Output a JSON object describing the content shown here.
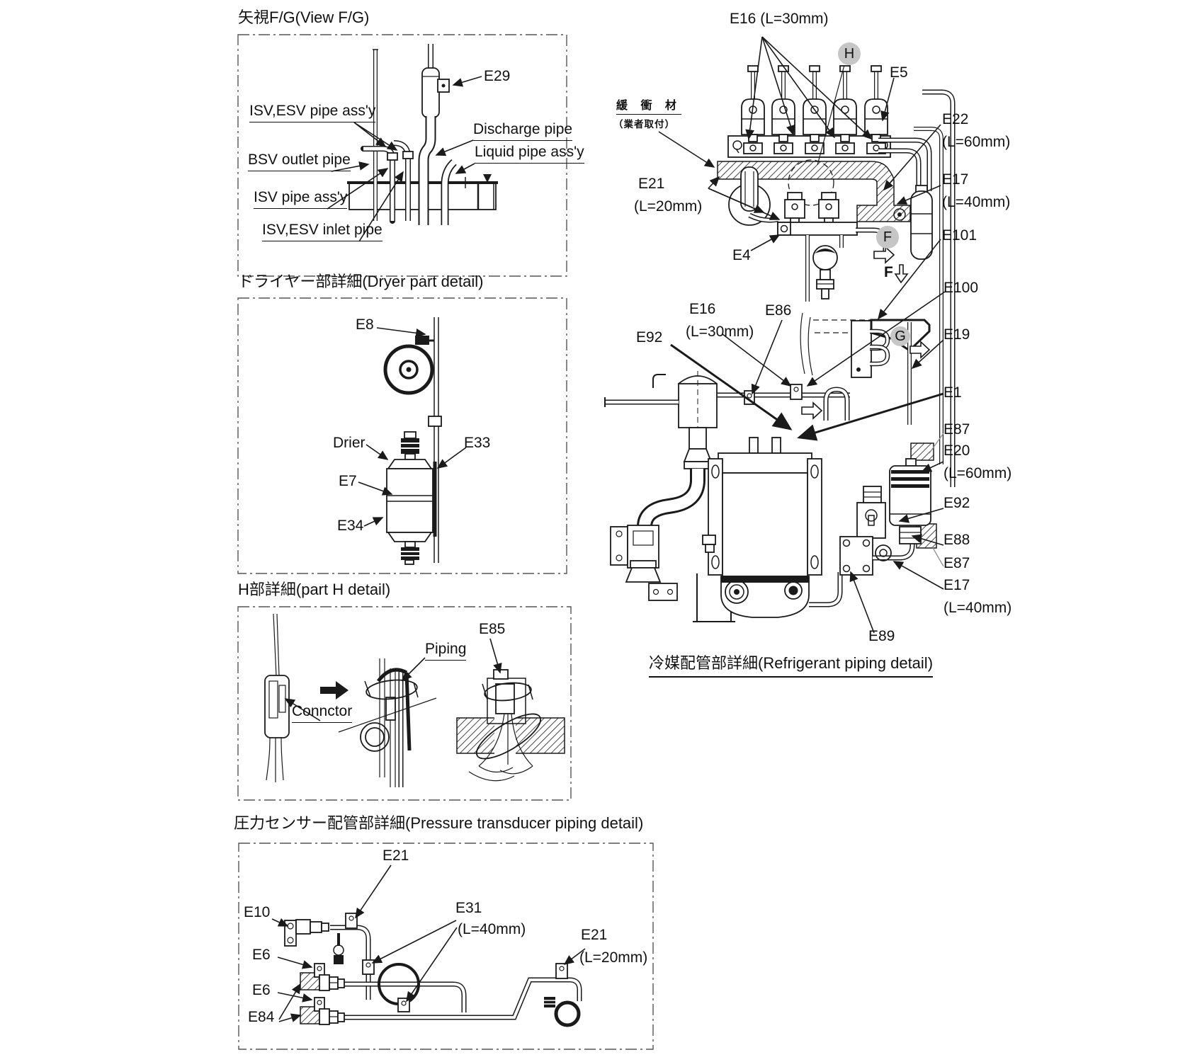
{
  "panels": {
    "view_fg": {
      "title": "矢視F/G(View F/G)",
      "e29": "E29",
      "isv_esv_pipe": "ISV,ESV pipe ass'y",
      "discharge_pipe": "Discharge pipe",
      "liquid_pipe": "Liquid pipe ass'y",
      "bsv_outlet_pipe": "BSV outlet pipe",
      "isv_pipe": "ISV pipe ass'y",
      "isv_esv_inlet_pipe": "ISV,ESV inlet pipe"
    },
    "dryer": {
      "title": "ドライヤー部詳細(Dryer part detail)",
      "e8": "E8",
      "drier": "Drier",
      "e33": "E33",
      "e7": "E7",
      "e34": "E34"
    },
    "part_h": {
      "title": "H部詳細(part H detail)",
      "e85": "E85",
      "piping": "Piping",
      "connector": "Connctor"
    },
    "pressure": {
      "title": "圧力センサー配管部詳細(Pressure transducer piping detail)",
      "e21_top": "E21",
      "e31": "E31",
      "e31_len": "(L=40mm)",
      "e10": "E10",
      "e6_a": "E6",
      "e6_b": "E6",
      "e84": "E84",
      "e21_right": "E21",
      "e21_right_len": "(L=20mm)"
    },
    "refrigerant": {
      "title": "冷媒配管部詳細(Refrigerant piping detail)",
      "e16_top": "E16 (L=30mm)",
      "marker_h": "H",
      "marker_f": "F",
      "marker_f_view": "F",
      "marker_g": "G",
      "e5": "E5",
      "cushion1": "緩 衝 材",
      "cushion2": "（業者取付）",
      "e21": "E21",
      "e21_len": "(L=20mm)",
      "e22": "E22",
      "e22_len": "(L=60mm)",
      "e17_u": "E17",
      "e17_u_len": "(L=40mm)",
      "e101": "E101",
      "e100": "E100",
      "e4": "E4",
      "e16_mid": "E16",
      "e16_mid_len": "(L=30mm)",
      "e86": "E86",
      "e92_l": "E92",
      "e19": "E19",
      "e1": "E1",
      "e87_u": "E87",
      "e20": "E20",
      "e20_len": "(L=60mm)",
      "e92_r": "E92",
      "e88": "E88",
      "e87_l": "E87",
      "e17_l": "E17",
      "e17_l_len": "(L=40mm)",
      "e89": "E89"
    }
  }
}
